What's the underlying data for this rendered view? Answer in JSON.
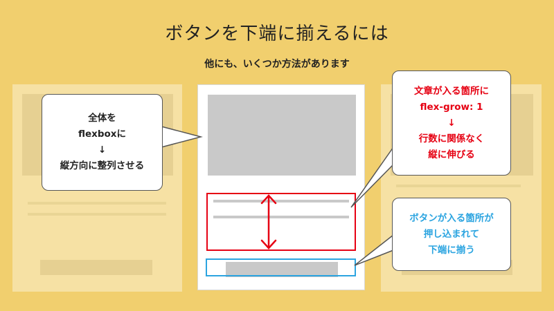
{
  "title": "ボタンを下端に揃えるには",
  "subtitle": "他にも、いくつか方法があります",
  "callout_left": {
    "lines": [
      "全体を",
      "flexboxに",
      "↓",
      "縦方向に整列させる"
    ]
  },
  "callout_top_right": {
    "lines": [
      "文章が入る箇所に",
      "flex-grow: 1",
      "↓",
      "行数に関係なく",
      "縦に伸びる"
    ],
    "color": "#e60012"
  },
  "callout_bottom_right": {
    "lines": [
      "ボタンが入る箇所が",
      "押し込まれて",
      "下端に揃う"
    ],
    "color": "#2ba4e0"
  },
  "colors": {
    "background": "#f1cf6e",
    "red_accent": "#e60012",
    "blue_accent": "#2ba4e0",
    "placeholder_gray": "#c9c9c9"
  }
}
